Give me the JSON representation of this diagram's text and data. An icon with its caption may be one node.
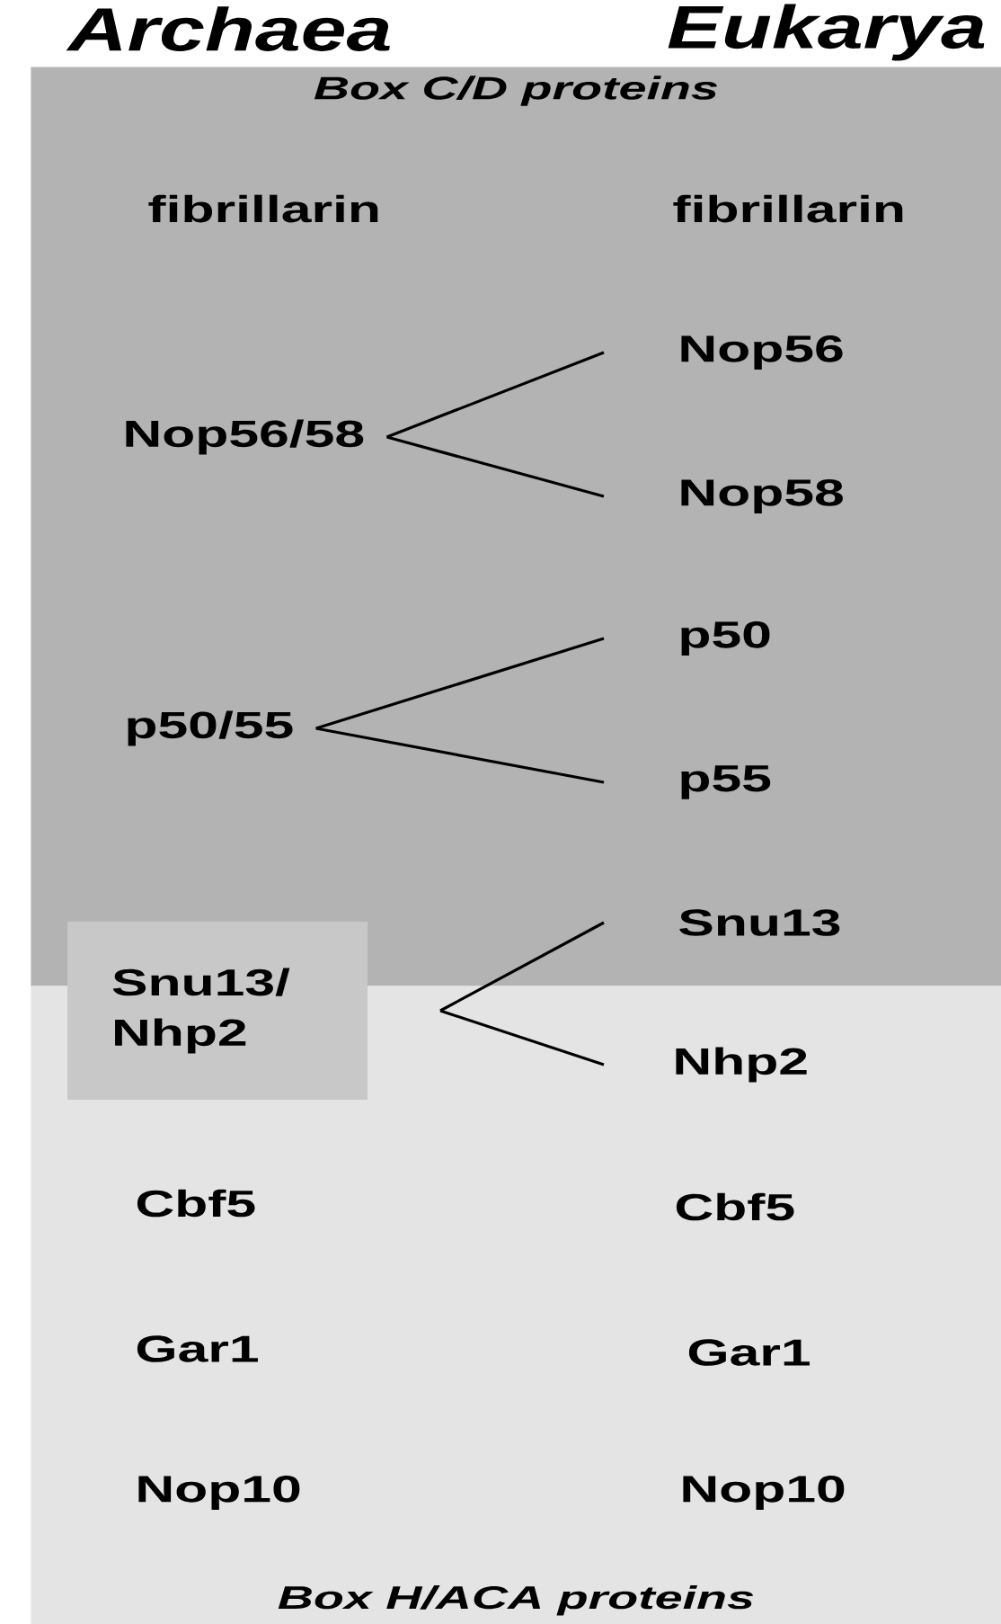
{
  "diagram": {
    "nodes": [
      {
        "text": [
          "Box C/D proteins"
        ]
      },
      {
        "text": [
          "fibrillarin"
        ],
        "in": 0
      },
      {
        "text": [
          "fibrillarin"
        ],
        "in": 0
      },
      {
        "text": [
          "Nop56/58"
        ],
        "in": 0
      },
      {
        "text": [
          "Nop56"
        ],
        "in": 0
      },
      {
        "text": [
          "Nop58"
        ],
        "in": 0
      },
      {
        "text": [
          "p50/55"
        ],
        "in": 0
      },
      {
        "text": [
          "p50"
        ],
        "in": 0
      },
      {
        "text": [
          "p55"
        ],
        "in": 0
      },
      {
        "text": [
          "Snu13/ Nhp2"
        ]
      },
      {
        "text": [
          "Snu13"
        ],
        "in": 0
      },
      {
        "text": [
          "Box H/ACA proteins"
        ]
      },
      {
        "text": [
          "Nhp2"
        ],
        "in": 11
      },
      {
        "text": [
          "Cbf5"
        ],
        "in": 11
      },
      {
        "text": [
          "Cbf5"
        ],
        "in": 11
      },
      {
        "text": [
          "Gar1"
        ],
        "in": 11
      },
      {
        "text": [
          "Gar1"
        ],
        "in": 11
      },
      {
        "text": [
          "Nop10"
        ],
        "in": 11
      },
      {
        "text": [
          "Nop10"
        ],
        "in": 11
      }
    ],
    "edges": [
      {
        "from": 3,
        "to": 4,
        "arrow": "none"
      },
      {
        "from": 3,
        "to": 5,
        "arrow": "none"
      },
      {
        "from": 6,
        "to": 7,
        "arrow": "none"
      },
      {
        "from": 6,
        "to": 8,
        "arrow": "none"
      },
      {
        "from": 9,
        "to": 10,
        "arrow": "none"
      },
      {
        "from": 9,
        "to": 12,
        "arrow": "none"
      }
    ],
    "labels": [
      "Archaea",
      "Eukarya"
    ]
  }
}
